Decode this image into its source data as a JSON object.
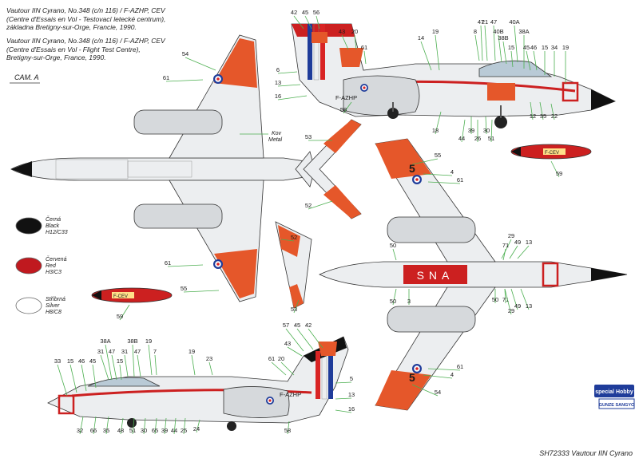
{
  "caption_cz": [
    "Vautour IIN Cyrano, No.348 (c/n 116) / F-AZHP, CEV",
    "(Centre d'Essais en Vol - Testovací letecké centrum),",
    "základna Bretigny-sur-Orge, Francie, 1990."
  ],
  "caption_en": [
    "Vautour IIN Cyrano, No.348 (c/n 116) / F-AZHP, CEV",
    "(Centre d'Essais en Vol - Flight Test Centre),",
    "Bretigny-sur-Orge, France, 1990."
  ],
  "camouflage_label": "CAM. A",
  "colors": [
    {
      "name_cz": "Černá",
      "name_en": "Black",
      "code": "H12/C33",
      "hex": "#111111"
    },
    {
      "name_cz": "Červená",
      "name_en": "Red",
      "code": "H3/C3",
      "hex": "#c0191f"
    },
    {
      "name_cz": "Stříbrná",
      "name_en": "Silver",
      "code": "H8/C8",
      "hex": "#ffffff"
    }
  ],
  "kov_label": [
    "Kov",
    "Metal"
  ],
  "registration": "F-AZHP",
  "tail_letters": "SNA",
  "side_number": "5",
  "pod_text": "F-CEV",
  "brand_logo": "special Hobby",
  "gunze_logo": "GUNZE SANGYO",
  "model_title": "SH72333 Vautour IIN Cyrano",
  "callouts": {
    "top_side": [
      "42",
      "45",
      "56",
      "43",
      "20",
      "61",
      "6",
      "13",
      "16",
      "58",
      "14",
      "19",
      "18",
      "44",
      "39",
      "26",
      "30",
      "51",
      "12",
      "35",
      "22",
      "8",
      "21",
      "47",
      "40B",
      "38B",
      "15",
      "40A",
      "38A",
      "45",
      "46",
      "15",
      "34",
      "19",
      "47"
    ],
    "top_view": [
      "54",
      "61"
    ],
    "tail_top": [
      "53",
      "52"
    ],
    "bottom_view": [
      "55",
      "4",
      "61",
      "29",
      "49",
      "13",
      "50",
      "71",
      "50",
      "3",
      "50",
      "71",
      "49",
      "13",
      "29",
      "61",
      "4",
      "54"
    ],
    "tail_bottom": [
      "52",
      "53"
    ],
    "top_view_lower": [
      "61",
      "55"
    ],
    "pod_1": [
      "59"
    ],
    "pod_2": [
      "59"
    ],
    "bottom_side": [
      "38A",
      "31",
      "47",
      "15",
      "38B",
      "31",
      "47",
      "19",
      "7",
      "33",
      "15",
      "46",
      "45",
      "19",
      "23",
      "57",
      "45",
      "42",
      "43",
      "61",
      "20",
      "5",
      "13",
      "16",
      "58",
      "32",
      "66",
      "35",
      "48",
      "51",
      "30",
      "65",
      "39",
      "44",
      "25",
      "24"
    ]
  }
}
